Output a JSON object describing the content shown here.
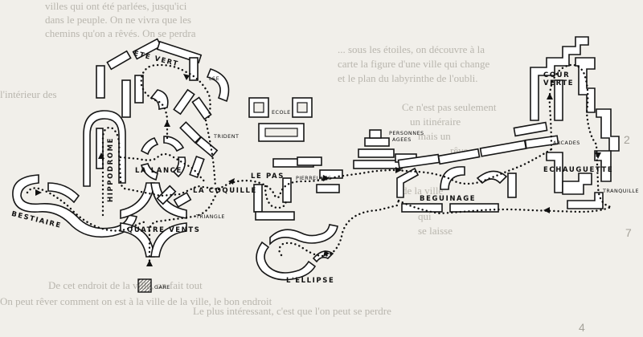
{
  "page_text": {
    "top_lines": [
      "villes qui ont été parlées, jusqu'ici",
      "dans le peuple. On ne vivra que les",
      "chemins qu'on a rêvés. On se perdra"
    ],
    "right_lines": [
      "... sous les étoiles, on découvre à la",
      "carte la figure d'une ville qui change",
      "et le plan du labyrinthe de l'oubli.",
      "Ce n'est pas seulement",
      "un itinéraire",
      "mais un",
      "rêve",
      "de la ville",
      "qui",
      "se laisse"
    ],
    "left_lines": [
      "l'intérieur des"
    ],
    "bottom_lines": [
      "De cet endroit de la ville, on fait tout",
      "On peut rêver comment on est à la ville de la ville, le bon endroit",
      "Le plus intéressant, c'est que l'on peut se perdre"
    ],
    "page_numbers": [
      "2",
      "7",
      "4"
    ]
  },
  "labels": {
    "ete_vert": "ETE VERT",
    "lse": "LSE",
    "ecole": "ECOLE",
    "trident": "TRIDENT",
    "hippodrome": "HIPPODROME",
    "la_lance": "LA LANCE",
    "la_coquille": "LA COQUILLE",
    "le_pas": "LE PAS",
    "pierreuses": "PIERREUSES",
    "personnes": "PERSONNES",
    "agees": "AGEES",
    "cour": "COUR",
    "verte": "VERTE",
    "arcades": "ARCADES",
    "echauguette": "ECHAUGUETTE",
    "tranquille": "TRANQUILLE",
    "beguinage": "BEGUINAGE",
    "bestiaire": "BESTIAIRE",
    "quatre_vents": "QUATRE VENTS",
    "triangle": "TRIANGLE",
    "l_ellipse": "L'ELLIPSE",
    "gare": "GARE"
  },
  "colors": {
    "ink": "#111111",
    "paper": "#f1efea",
    "faded_text": "#b9b6ae"
  },
  "icons": {
    "gare": "hatched-square-icon",
    "flow": "arrowhead-icon"
  }
}
